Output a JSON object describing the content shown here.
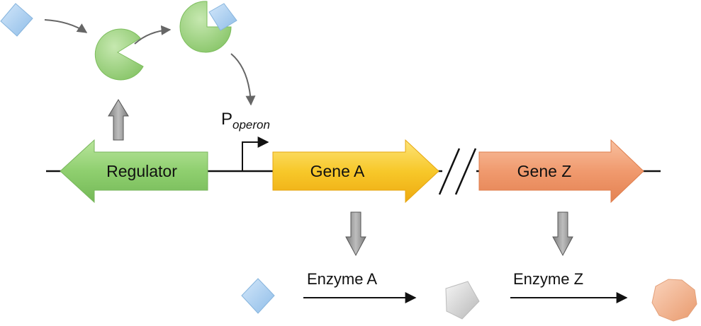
{
  "genes": {
    "regulator": {
      "label": "Regulator",
      "color": "#8fcf6f"
    },
    "gene_a": {
      "label": "Gene A",
      "color": "#f7c82a"
    },
    "gene_z": {
      "label": "Gene Z",
      "color": "#f09a6e"
    }
  },
  "promoter": {
    "label": "P",
    "subscript": "operon"
  },
  "enzymes": {
    "enzyme_a": {
      "label": "Enzyme A"
    },
    "enzyme_z": {
      "label": "Enzyme Z"
    }
  },
  "colors": {
    "substrate": "#a9cdf0",
    "intermediate": "#d9d9d9",
    "product": "#f1b28f",
    "regulator_protein": "#99cf80",
    "block_arrow": "#9a9a9a",
    "curved_arrow": "#666666"
  }
}
